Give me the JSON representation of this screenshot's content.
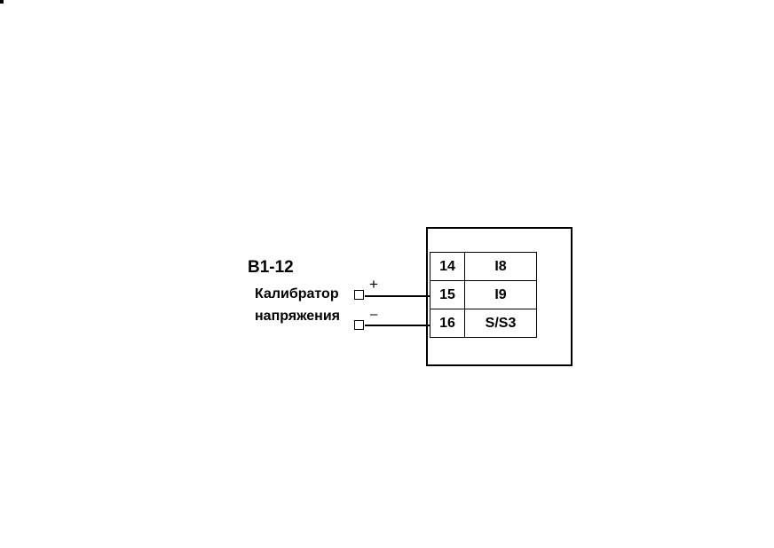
{
  "calibrator": {
    "model": "В1-12",
    "name_line1": "Калибратор",
    "name_line2": "напряжения",
    "plus_sign": "+",
    "minus_sign": "–"
  },
  "terminals": [
    {
      "number": "14",
      "signal": "I8"
    },
    {
      "number": "15",
      "signal": "I9"
    },
    {
      "number": "16",
      "signal": "S/S3"
    }
  ]
}
